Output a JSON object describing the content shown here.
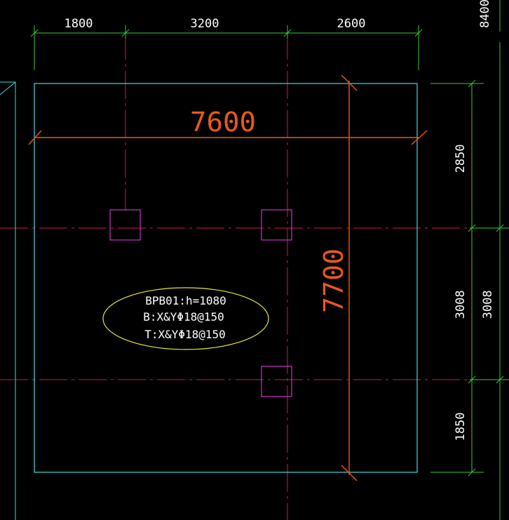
{
  "drawing": {
    "top_dims": [
      "1800",
      "3200",
      "2600"
    ],
    "corner_dim": "8400",
    "overall_width": "7600",
    "overall_height": "7700",
    "right_dims": [
      "2850",
      "3008",
      "1850"
    ],
    "right_outer_dim": "3008",
    "note": {
      "line1": "BPB01:h=1080",
      "line2": "B:X&YΦ18@150",
      "line3": "T:X&YΦ18@150"
    }
  },
  "colors": {
    "background": "#000000",
    "slab_outline": "#44d8e6",
    "dimension_lines": "#33cc33",
    "axis_lines": "#cc1f3a",
    "overall_dims": "#e85a1a",
    "columns": "#cc33cc",
    "note_ellipse": "#e6e633",
    "text": "#ffffff"
  }
}
